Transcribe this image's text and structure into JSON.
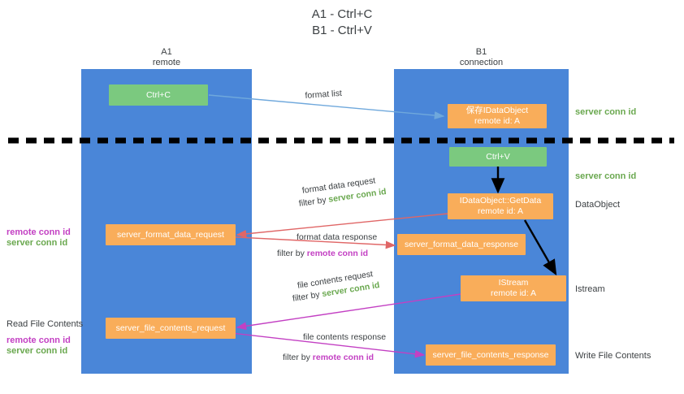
{
  "title": "A1 - Ctrl+C\nB1 - Ctrl+V",
  "lanes": [
    {
      "name": "A1",
      "sub": "remote",
      "label": "A1\nremote"
    },
    {
      "name": "B1",
      "sub": "connection",
      "label": "B1\nconnection"
    }
  ],
  "colors": {
    "lane": "#4a86d8",
    "green_node": "#7bc97f",
    "orange_node": "#f9ad5a",
    "green_text": "#6aa84f",
    "purple_text": "#c340c3",
    "blue_arrow": "#6fa8dc",
    "red_arrow": "#e06666",
    "magenta_arrow": "#c340c3",
    "black_arrow": "#000000",
    "text": "#3c4043"
  },
  "nodes": {
    "ctrl_c": "Ctrl+C",
    "save_idataobject": "保存IDataObject\nremote id: A",
    "ctrl_v": "Ctrl+V",
    "getdata": "IDataObject::GetData\nremote id: A",
    "istream": "IStream\nremote id: A",
    "format_data_request": "server_format_data_request",
    "format_data_response": "server_format_data_response",
    "file_contents_request": "server_file_contents_request",
    "file_contents_response": "server_file_contents_response"
  },
  "annotations": {
    "server_conn_id_1": "server conn id",
    "server_conn_id_2": "server conn id",
    "dataobject": "DataObject",
    "istream": "Istream",
    "write_file_contents": "Write File Contents",
    "read_file_contents": "Read File Contents",
    "left_conn_ids_1": {
      "remote": "remote conn id",
      "server": "server conn id"
    },
    "left_conn_ids_2": {
      "remote": "remote conn id",
      "server": "server conn id"
    }
  },
  "edges": {
    "format_list": "format list",
    "format_data_request": {
      "line1": "format data request",
      "prefix": "filter by ",
      "highlight": "server conn id",
      "highlight_color": "green"
    },
    "format_data_response": {
      "line1": "format data response",
      "prefix": "filter by ",
      "highlight": "remote conn id",
      "highlight_color": "purple"
    },
    "file_contents_request": {
      "line1": "file contents request",
      "prefix": "filter by ",
      "highlight": "server conn id",
      "highlight_color": "green"
    },
    "file_contents_response": {
      "line1": "file contents response",
      "prefix": "filter by ",
      "highlight": "remote conn id",
      "highlight_color": "purple"
    }
  }
}
